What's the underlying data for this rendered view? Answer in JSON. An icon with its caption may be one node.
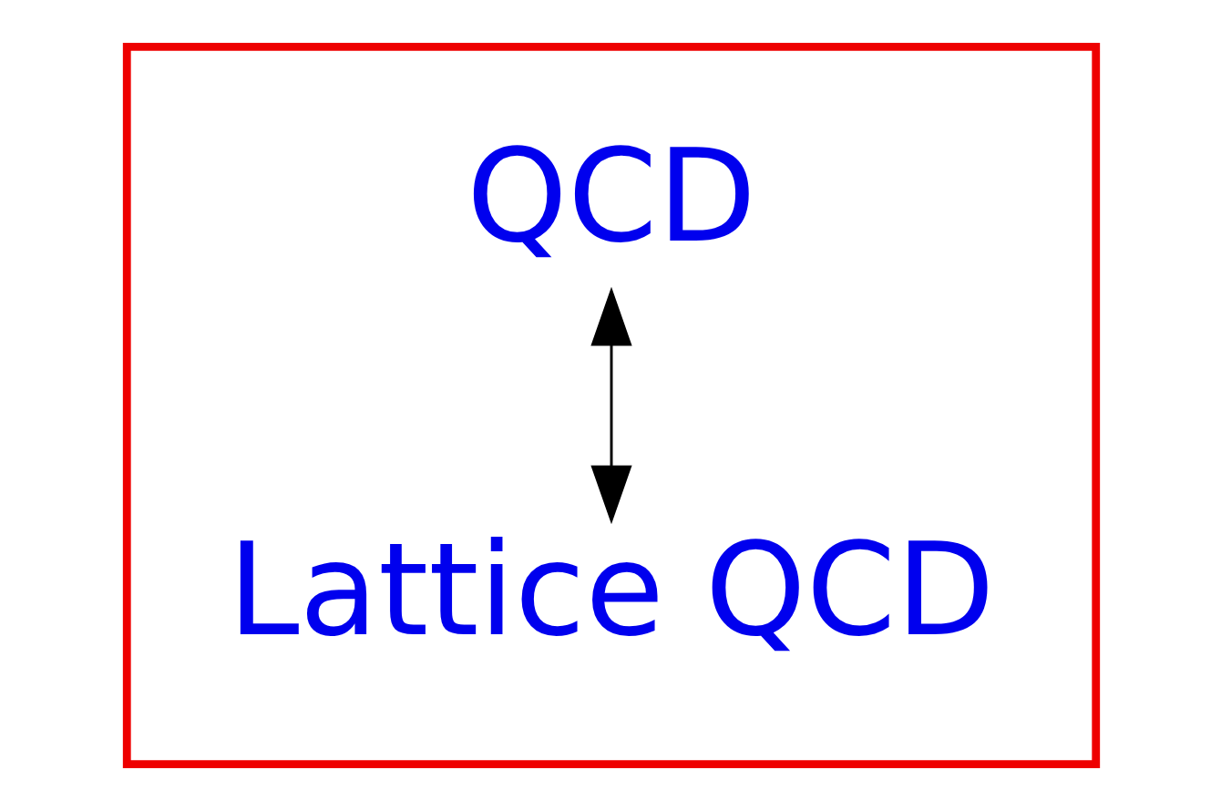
{
  "diagram": {
    "nodes": [
      {
        "text": [],
        "shape": "box"
      },
      {
        "text": [
          "QCD"
        ],
        "in": 0
      },
      {
        "text": [
          "Lattice QCD"
        ],
        "in": 0
      }
    ],
    "edges": [
      {
        "from": 1,
        "to": 2,
        "arrow": "both"
      }
    ]
  }
}
